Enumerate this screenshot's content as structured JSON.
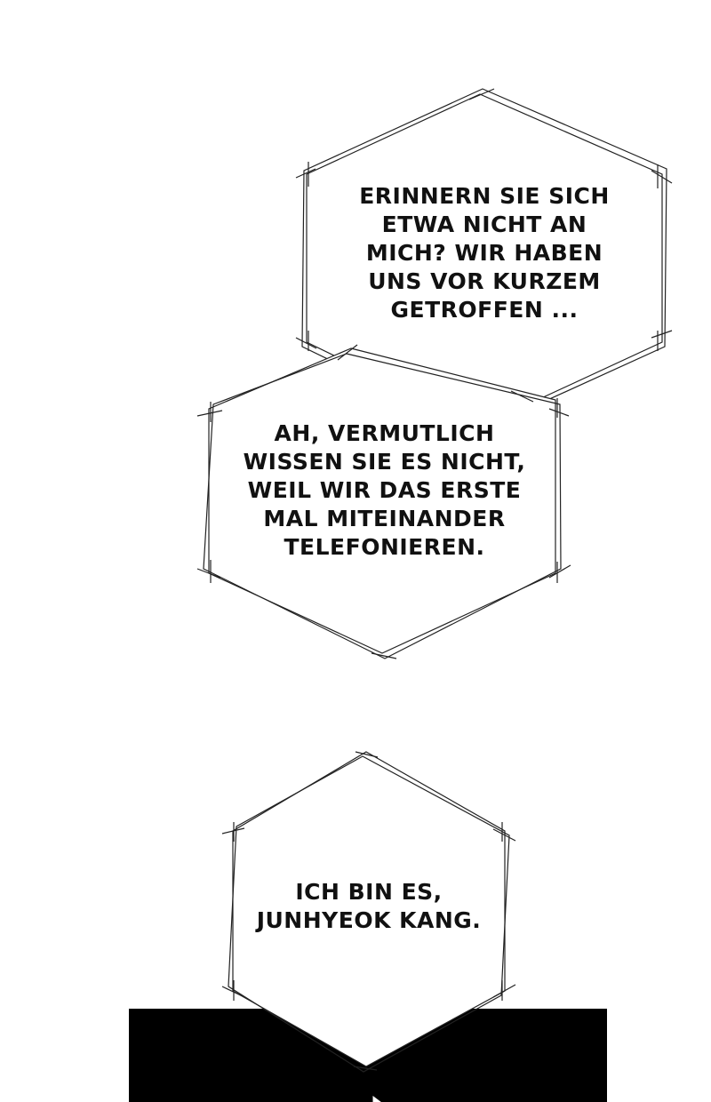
{
  "panel": {
    "background": "#ffffff",
    "bottom_panel_color": "#000000"
  },
  "bubbles": [
    {
      "lines": [
        "ERINNERN SIE SICH",
        "ETWA NICHT AN",
        "MICH? WIR HABEN",
        "UNS VOR KURZEM",
        "GETROFFEN ..."
      ]
    },
    {
      "lines": [
        "AH, VERMUTLICH",
        "WISSEN SIE ES NICHT,",
        "WEIL WIR DAS ERSTE",
        "MAL MITEINANDER",
        "TELEFONIEREN."
      ]
    },
    {
      "lines": [
        "ICH BIN ES,",
        "JUNHYEOK KANG."
      ]
    }
  ]
}
